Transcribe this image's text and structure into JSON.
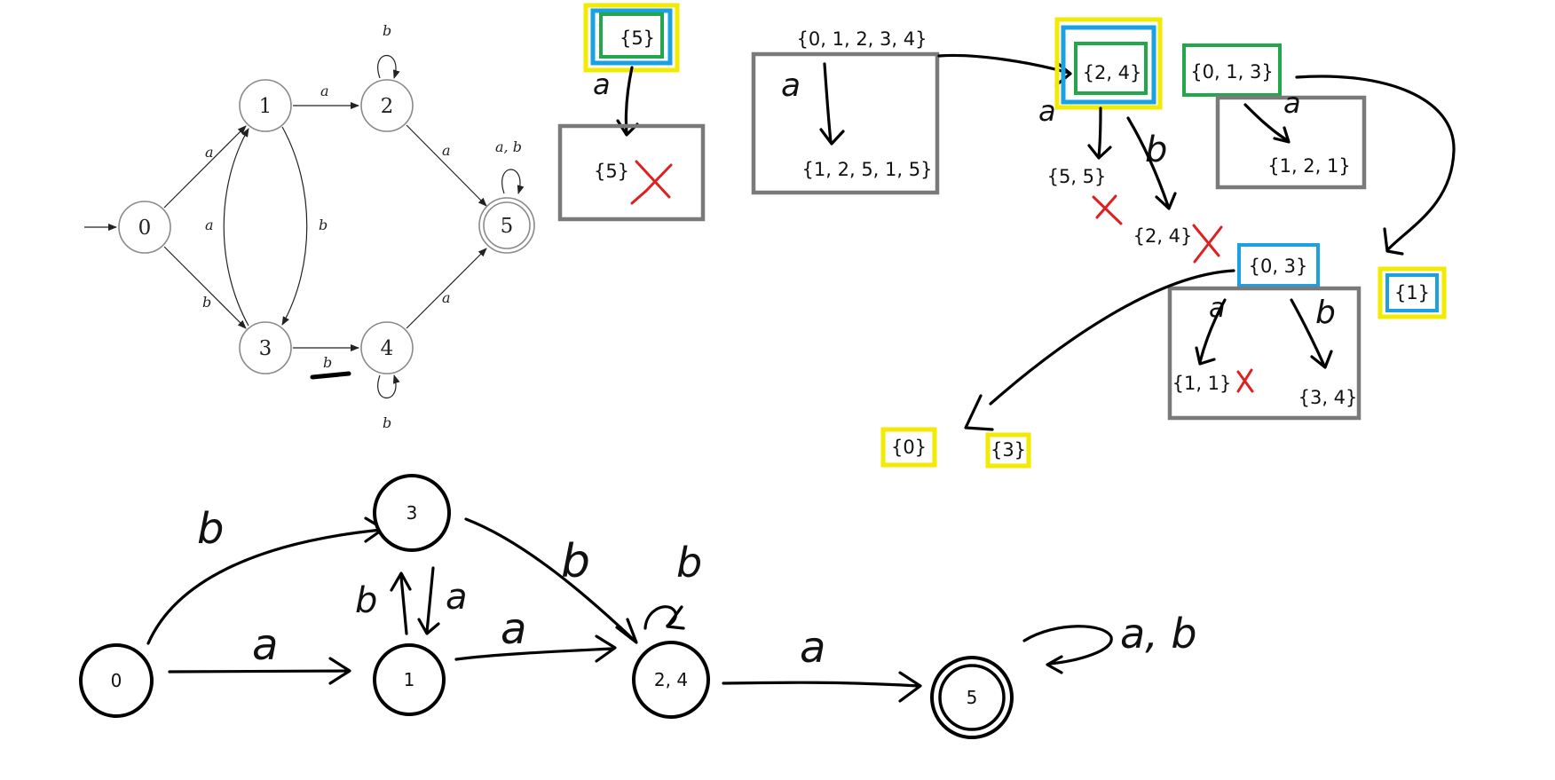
{
  "original_nfa": {
    "states": [
      "0",
      "1",
      "2",
      "3",
      "4",
      "5"
    ],
    "edge_labels": {
      "e01": "a",
      "e03": "b",
      "e12": "a",
      "e13": "b",
      "e31": "a",
      "e34": "b",
      "e25": "a",
      "e45": "a",
      "loop2": "b",
      "loop4": "b",
      "loop5": "a, b"
    }
  },
  "partition_work": {
    "b1": {
      "top_set": "{5}",
      "letter": "a",
      "result": "{5}"
    },
    "b2": {
      "top_set": "{0, 1, 2, 3, 4}",
      "letter": "a",
      "result": "{1, 2, 5, 1, 5}"
    },
    "b3": {
      "top_set": "{2, 4}",
      "letter_a": "a",
      "letter_b": "b",
      "result_a": "{5, 5}",
      "result_b": "{2, 4}"
    },
    "b4": {
      "top_set": "{0, 1, 3}",
      "letter": "a",
      "result": "{1, 2, 1}"
    },
    "b5": {
      "top_set": "{0, 3}",
      "letter_a": "a",
      "letter_b": "b",
      "result_a": "{1, 1}",
      "result_b": "{3, 4}"
    },
    "final_sets": {
      "s1": "{1}",
      "s0": "{0}",
      "s3": "{3}"
    }
  },
  "minimized_dfa": {
    "states": {
      "q0": "0",
      "q1": "1",
      "q3": "3",
      "q24": "2, 4",
      "q5": "5"
    },
    "edge_labels": {
      "q0_q3": "b",
      "q0_q1": "a",
      "q1_q3": "b",
      "q3_q1": "a",
      "q1_q24": "a",
      "q3_q24": "b",
      "q24_loop": "b",
      "q24_q5": "a",
      "q5_loop": "a, b"
    }
  },
  "colors": {
    "gray_box": "#7a7a7a",
    "yellow": "#f2ea00",
    "blue": "#1ba1e2",
    "green": "#22a84a",
    "red_cross": "#e02020",
    "node_stroke": "#8a8a8a"
  }
}
